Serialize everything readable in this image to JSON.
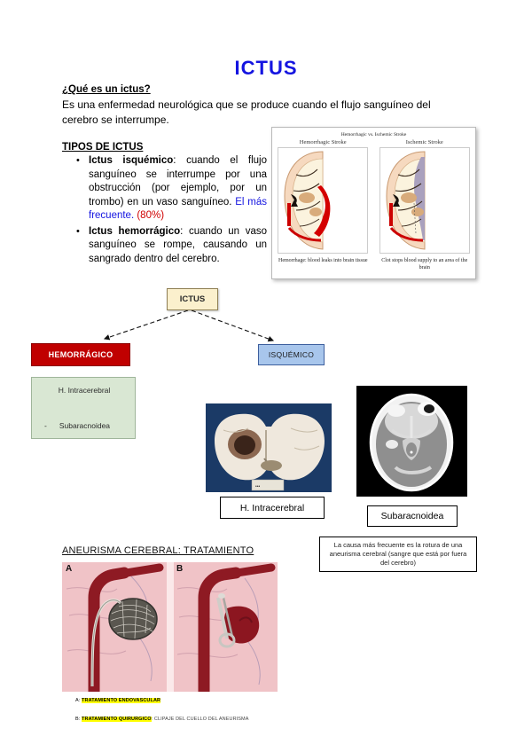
{
  "document": {
    "title": "ICTUS",
    "title_color": "#1414e0"
  },
  "intro": {
    "heading": "¿Qué es un ictus?",
    "body_line1": "Es una enfermedad neurológica que se produce cuando el flujo sanguíneo del cerebro se",
    "body_line2": "interrumpe."
  },
  "tipos": {
    "heading": "TIPOS DE ICTUS",
    "items": [
      {
        "term": "Ictus isquémico",
        "text": ": cuando el flujo sanguíneo se interrumpe por una obstrucción (por ejemplo, por un trombo) en un vaso sanguíneo. ",
        "highlight_blue": "El más frecuente.",
        "highlight_red": " (80%)"
      },
      {
        "term": "Ictus hemorrágico",
        "text": ": cuando un vaso sanguíneo se rompe, causando un sangrado dentro del cerebro.",
        "highlight_blue": "",
        "highlight_red": ""
      }
    ]
  },
  "stroke_figure": {
    "title": "Hemorrhagic vs. Ischemic Stroke",
    "left_label": "Hemorrhagic Stroke",
    "right_label": "Ischemic Stroke",
    "left_caption": "Hemorrhage: blood leaks into brain tissue",
    "right_caption": "Clot stops blood supply to an area of the brain",
    "hemorrhage_color": "#d40000",
    "ischemic_color": "#9b92b8"
  },
  "flowchart": {
    "root": "ICTUS",
    "root_color": "#fbf0cd",
    "left_node": "HEMORRÁGICO",
    "left_color": "#c00000",
    "right_node": "ISQUÉMICO",
    "right_color": "#a8c6ec",
    "subtypes_box": {
      "color": "#d9e7d3",
      "line1": "H. Intracerebral",
      "dash": "-",
      "line2": "Subaracnoidea"
    }
  },
  "labels": {
    "intracerebral": "H. Intracerebral",
    "subaracnoidea": "Subaracnoidea",
    "causa": "La causa más frecuente es la rotura de una aneurisma cerebral (sangre que está por fuera del cerebro)"
  },
  "aneurisma": {
    "heading": "ANEURISMA CEREBRAL: TRATAMIENTO",
    "panel_a_letter": "A",
    "panel_b_letter": "B",
    "caption_a_prefix": "A: ",
    "caption_a_highlight": "TRATAMIENTO ENDOVASCULAR",
    "caption_b_prefix": "B: ",
    "caption_b_highlight": "TRATAMIENTO QUIRURGICO",
    "caption_b_rest": ": CLIPAJE DEL CUELLO DEL ANEURISMA",
    "highlight_color": "#ffff00"
  }
}
